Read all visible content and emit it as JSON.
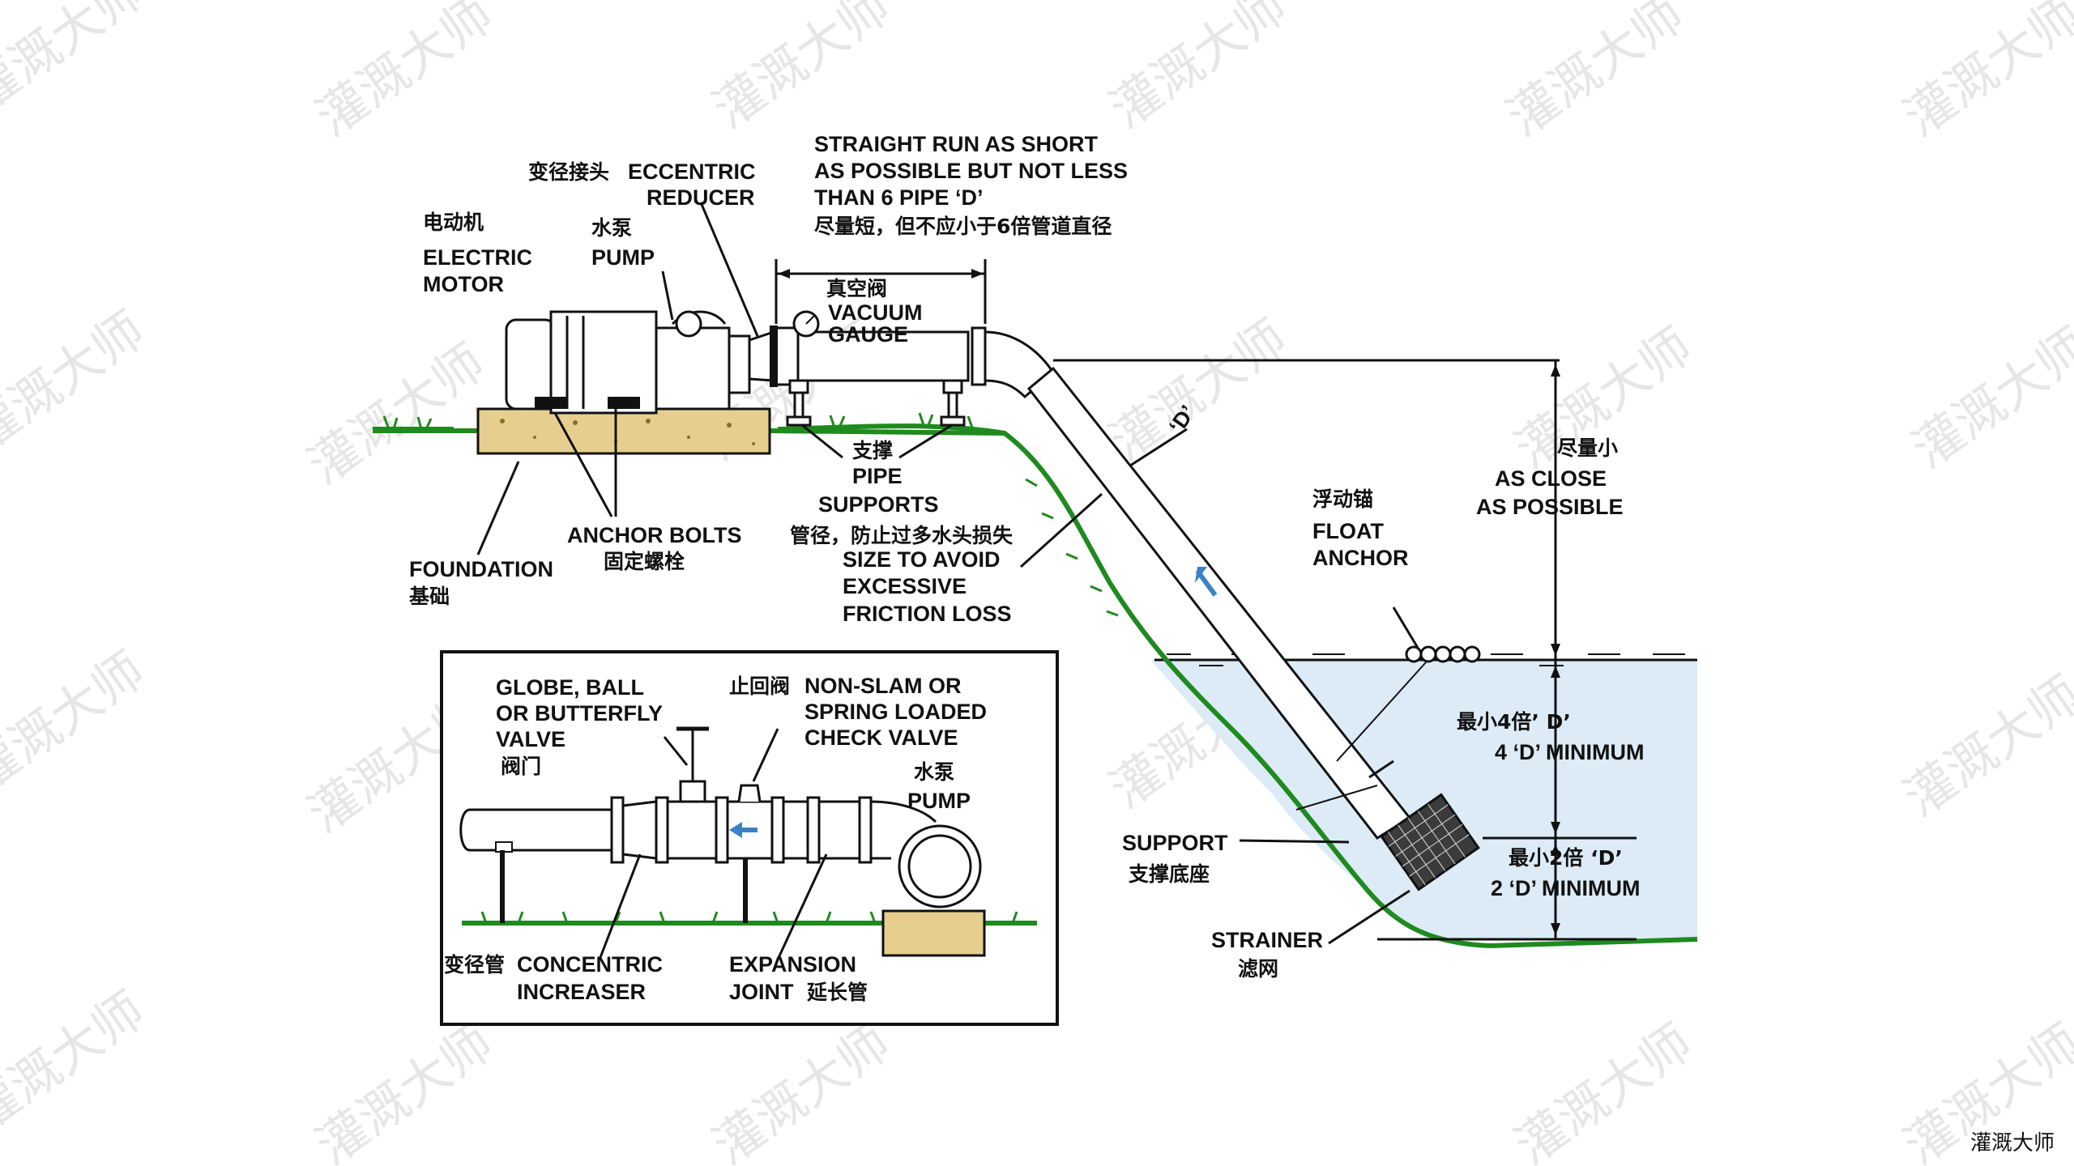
{
  "watermark": {
    "text": "灌溉大师"
  },
  "corner_mark": {
    "text": "灌溉大师"
  },
  "labels": {
    "eccentric_reducer_cn": "变径接头",
    "eccentric_reducer_en_1": "ECCENTRIC",
    "eccentric_reducer_en_2": "REDUCER",
    "straight_run_1": "STRAIGHT RUN AS SHORT",
    "straight_run_2": "AS POSSIBLE BUT NOT LESS",
    "straight_run_3": "THAN 6 PIPE ‘D’",
    "straight_run_cn": "尽量短，但不应小于6倍管道直径",
    "motor_cn": "电动机",
    "motor_en_1": "ELECTRIC",
    "motor_en_2": "MOTOR",
    "pump_cn": "水泵",
    "pump_en": "PUMP",
    "vacuum_cn": "真空阀",
    "vacuum_en_1": "VACUUM",
    "vacuum_en_2": "GAUGE",
    "pipe_d": "‘D’",
    "close_cn": "尽量小",
    "close_en_1": "AS CLOSE",
    "close_en_2": "AS POSSIBLE",
    "supports_cn": "支撑",
    "supports_en_1": "PIPE",
    "supports_en_2": "SUPPORTS",
    "size_cn": "管径，防止过多水头损失",
    "size_en_1": "SIZE TO AVOID",
    "size_en_2": "EXCESSIVE",
    "size_en_3": "FRICTION LOSS",
    "anchor_en": "ANCHOR BOLTS",
    "anchor_cn": "固定螺栓",
    "foundation_en": "FOUNDATION",
    "foundation_cn": "基础",
    "float_cn": "浮动锚",
    "float_en_1": "FLOAT",
    "float_en_2": "ANCHOR",
    "min4_cn": "最小4倍’ D’",
    "min4_en": "4 ‘D’ MINIMUM",
    "min2_cn": "最小2倍 ‘D’",
    "min2_en": "2 ‘D’ MINIMUM",
    "support_en": "SUPPORT",
    "support_cn": "支撑底座",
    "strainer_en": "STRAINER",
    "strainer_cn": "滤网",
    "valve_1": "GLOBE, BALL",
    "valve_2": "OR BUTTERFLY",
    "valve_3": "VALVE",
    "valve_cn": "阀门",
    "check_cn": "止回阀",
    "check_1": "NON-SLAM OR",
    "check_2": "SPRING LOADED",
    "check_3": "CHECK VALVE",
    "inset_pump_cn": "水泵",
    "inset_pump_en": "PUMP",
    "increaser_cn": "变径管",
    "increaser_1": "CONCENTRIC",
    "increaser_2": "INCREASER",
    "expansion_1": "EXPANSION",
    "expansion_2": "JOINT",
    "expansion_cn": "延长管"
  },
  "colors": {
    "grass": "#1f8a1f",
    "water": "#dcebf5",
    "foundation": "#e6cf8e",
    "flow_arrow": "#3b82c4"
  }
}
